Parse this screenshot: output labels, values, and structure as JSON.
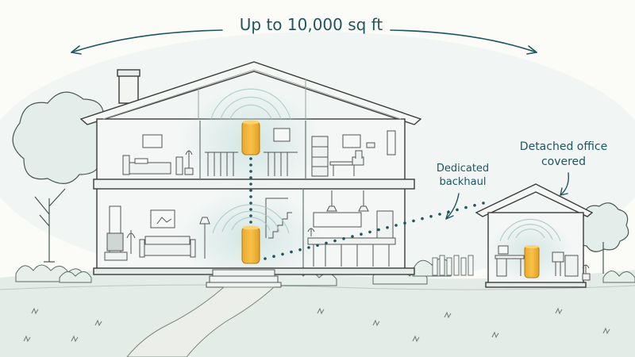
{
  "title": "Up to 10,000 sq ft",
  "labels": {
    "backhaul_line1": "Dedicated",
    "backhaul_line2": "backhaul",
    "office_line1": "Detached office",
    "office_line2": "covered"
  },
  "colors": {
    "ink": "#3a3a3a",
    "accent_teal": "#1f5560",
    "router_orange": "#f0b53a",
    "backhaul_dots": "#1f5560",
    "sky_wash": "#e6f0ee",
    "grass": "#dfe9e4"
  },
  "icons": [
    "mesh-router-icon",
    "tree-icon",
    "house-icon",
    "office-shed-icon"
  ]
}
